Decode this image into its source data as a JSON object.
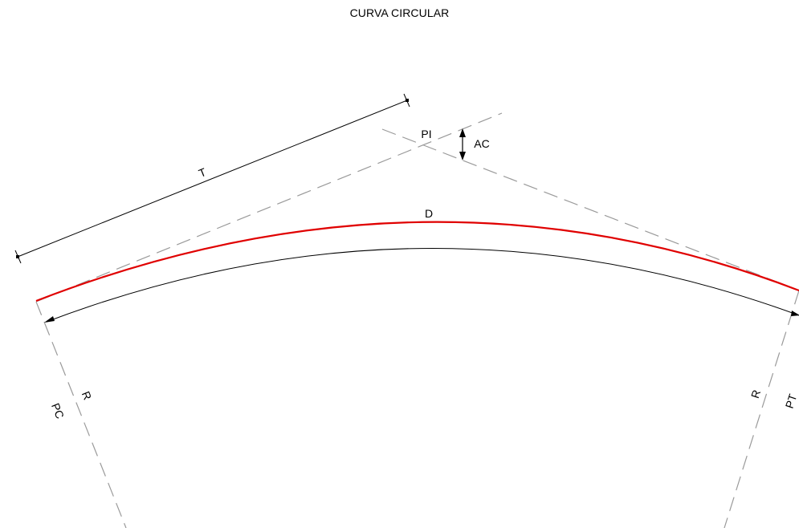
{
  "title": "CURVA CIRCULAR",
  "labels": {
    "tangent": "T",
    "pi": "PI",
    "deflection_angle": "AC",
    "degree_of_curve": "D",
    "radius_left": "R",
    "pc": "PC",
    "radius_right": "R",
    "pt": "PT"
  },
  "colors": {
    "curve": "#e00000",
    "construction_lines": "#9a9a9a",
    "dimension_lines": "#000000",
    "background": "#ffffff"
  }
}
